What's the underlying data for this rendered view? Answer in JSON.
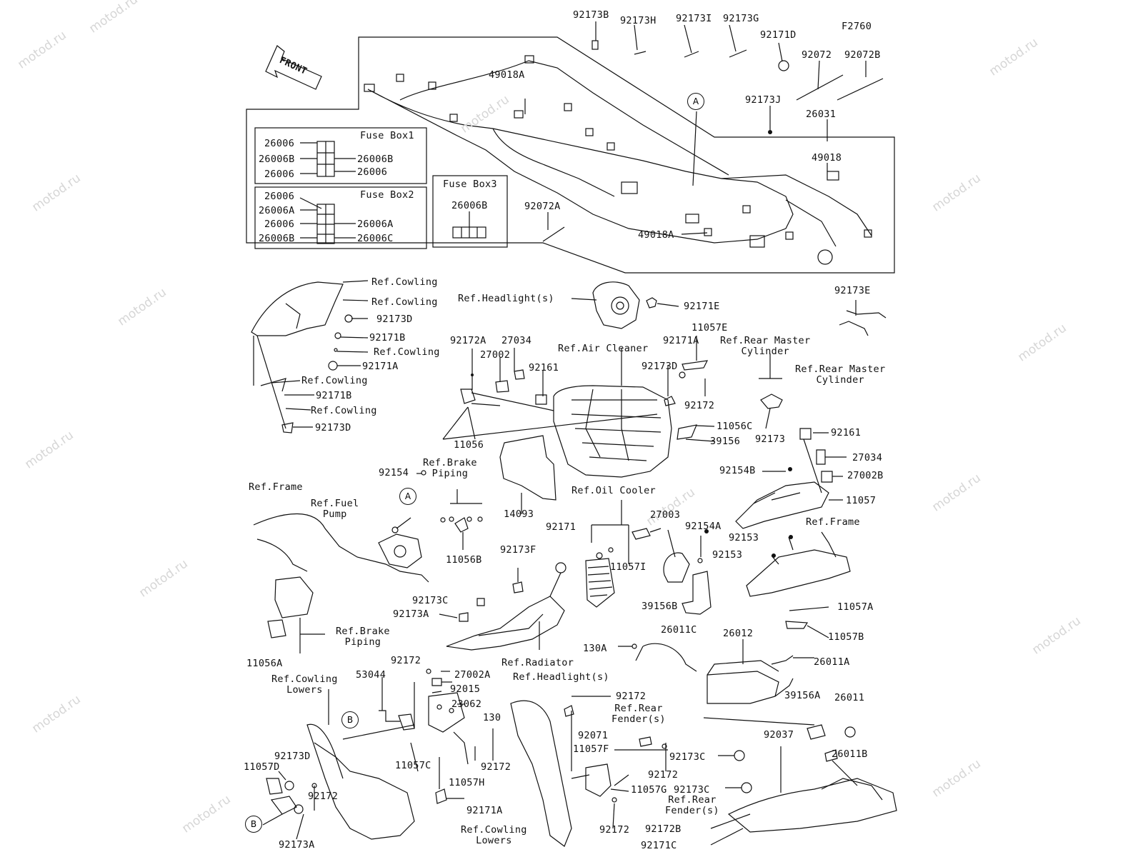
{
  "diagram_code": "F2760",
  "watermark": "motod.ru",
  "front_arrow": "FRONT",
  "fuse_boxes": {
    "box1": {
      "title": "Fuse Box1",
      "left": [
        "26006",
        "26006B",
        "26006"
      ],
      "right": [
        "26006B",
        "26006"
      ]
    },
    "box2": {
      "title": "Fuse Box2",
      "left": [
        "26006",
        "26006A",
        "26006",
        "26006B"
      ],
      "right": [
        "26006A",
        "26006C"
      ]
    },
    "box3": {
      "title": "Fuse Box3",
      "part": "26006B"
    }
  },
  "markers": {
    "a": "A",
    "b": "B"
  },
  "labels": [
    "92173B",
    "92173H",
    "92173I",
    "92173G",
    "92171D",
    "92072",
    "92072B",
    "49018A",
    "92173J",
    "26031",
    "49018",
    "92072A",
    "49018A",
    "Ref.Cowling",
    "Ref.Cowling",
    "92173D",
    "92171B",
    "Ref.Cowling",
    "92171A",
    "Ref.Cowling",
    "92171B",
    "Ref.Cowling",
    "92173D",
    "Ref.Headlight(s)",
    "92171E",
    "92173E",
    "11057E",
    "92172A",
    "27034",
    "27002",
    "Ref.Air Cleaner",
    "92161",
    "92171A",
    "Ref.Rear Master\nCylinder",
    "92173D",
    "Ref.Rear Master\nCylinder",
    "92172",
    "11056",
    "11056C",
    "39156",
    "92173",
    "92161",
    "27034",
    "92154",
    "Ref.Brake\nPiping",
    "92154B",
    "27002B",
    "Ref.Frame",
    "Ref.Fuel\nPump",
    "Ref.Oil Cooler",
    "11057",
    "14093",
    "27003",
    "92154A",
    "Ref.Frame",
    "92171",
    "92153",
    "11056B",
    "92173F",
    "11057I",
    "92153",
    "39156B",
    "92173C",
    "92173A",
    "11057A",
    "Ref.Brake\nPiping",
    "26011C",
    "26012",
    "11056A",
    "Ref.Radiator",
    "130A",
    "11057B",
    "92172",
    "27002A",
    "Ref.Headlight(s)",
    "26011A",
    "Ref.Cowling\nLowers",
    "53044",
    "92015",
    "92172",
    "23062",
    "Ref.Rear\nFender(s)",
    "39156A",
    "26011",
    "130",
    "92071",
    "92037",
    "11057F",
    "92173D",
    "11057D",
    "11057C",
    "92172",
    "92173C",
    "26011B",
    "11057H",
    "92172",
    "11057G",
    "92173C",
    "92172",
    "92171A",
    "Ref.Rear\nFender(s)",
    "Ref.Cowling\nLowers",
    "92172",
    "92172B",
    "92173A",
    "92171C"
  ]
}
